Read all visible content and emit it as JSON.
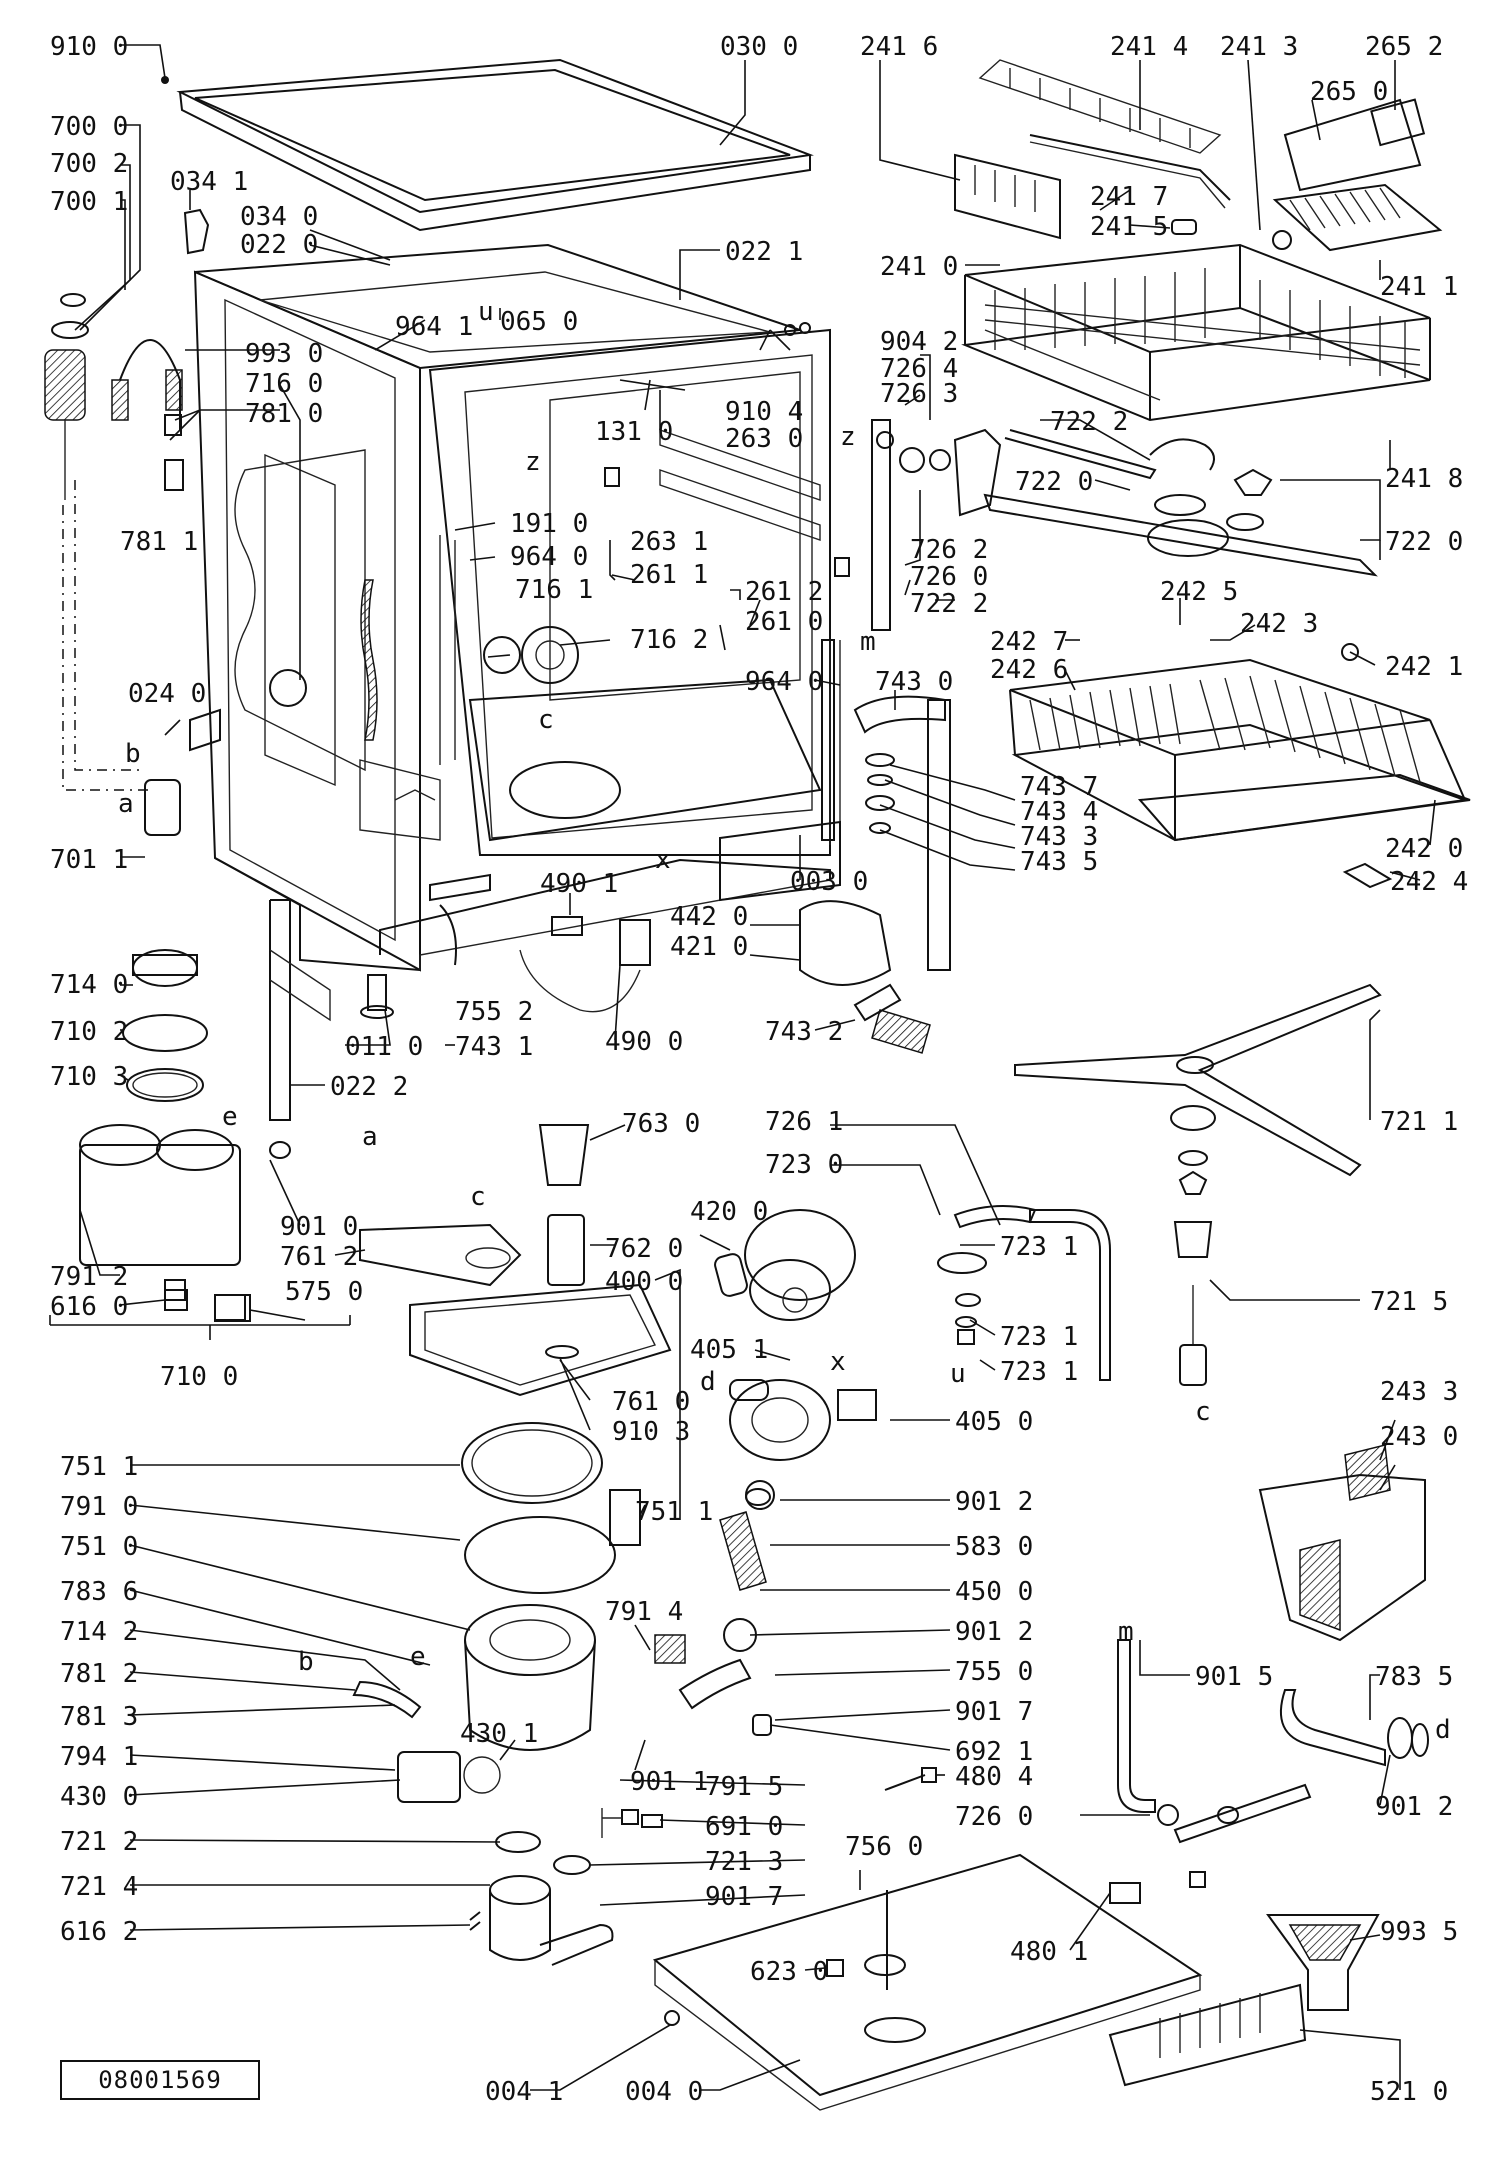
{
  "labels": {
    "p9100": "910 0",
    "p0300": "030 0",
    "p2416": "241 6",
    "p2414": "241 4",
    "p2413": "241 3",
    "p2652": "265 2",
    "p2650": "265 0",
    "p7000": "700 0",
    "p7002": "700 2",
    "p7001": "700 1",
    "p0341": "034 1",
    "p0340": "034 0",
    "p0220": "022 0",
    "p0221": "022 1",
    "p2417": "241 7",
    "p2415": "241 5",
    "p2410": "241 0",
    "p2411": "241 1",
    "p9930": "993 0",
    "p7160": "716 0",
    "p7810": "781 0",
    "p9641": "964 1",
    "p0650": "065 0",
    "p9042": "904 2",
    "p7264": "726 4",
    "p7263": "726 3",
    "p9104": "910 4",
    "p2630": "263 0",
    "p1310": "131 0",
    "p7222a": "722 2",
    "p7220a": "722 0",
    "p2418": "241 8",
    "p7220b": "722 0",
    "p7811": "781 1",
    "p1910": "191 0",
    "p9640": "964 0",
    "p2631": "263 1",
    "p2611": "261 1",
    "p2612": "261 2",
    "p2610": "261 0",
    "p7262": "726 2",
    "p7260": "726 0",
    "p7222b": "722 2",
    "p7161": "716 1",
    "p7162": "716 2",
    "p2425": "242 5",
    "p2423": "242 3",
    "p2427": "242 7",
    "p2421": "242 1",
    "p2426": "242 6",
    "p0240": "024 0",
    "p9640b": "964 0",
    "p7430": "743 0",
    "p7437": "743 7",
    "p7434": "743 4",
    "p7433": "743 3",
    "p7435": "743 5",
    "p2420": "242 0",
    "p2424": "242 4",
    "p7011": "701 1",
    "p0030": "003 0",
    "p4901": "490 1",
    "p4420": "442 0",
    "p4210": "421 0",
    "p7140": "714 0",
    "p4900": "490 0",
    "p7432": "743 2",
    "p7102": "710 2",
    "p0110": "011 0",
    "p7552": "755 2",
    "p7431": "743 1",
    "p7103": "710 3",
    "p0222": "022 2",
    "p7630": "763 0",
    "p7261": "726 1",
    "p7211": "721 1",
    "p7230": "723 0",
    "p9010": "901 0",
    "p7612": "761 2",
    "p4200": "420 0",
    "p7620": "762 0",
    "p7231a": "723 1",
    "p7912": "791 2",
    "p4000": "400 0",
    "p6160": "616 0",
    "p5750": "575 0",
    "p7215": "721 5",
    "p7231b": "723 1",
    "p7100": "710 0",
    "p4051": "405 1",
    "p7231c": "723 1",
    "p7610": "761 0",
    "p9103": "910 3",
    "p4050": "405 0",
    "p2433": "243 3",
    "p2430": "243 0",
    "p7511a": "751 1",
    "p7910": "791 0",
    "p7511b": "751 1",
    "p9012a": "901 2",
    "p7510": "751 0",
    "p5830": "583 0",
    "p7836": "783 6",
    "p4500": "450 0",
    "p7142": "714 2",
    "p7914": "791 4",
    "p9012b": "901 2",
    "p7812": "781 2",
    "p7550": "755 0",
    "p9015": "901 5",
    "p7835": "783 5",
    "p7813": "781 3",
    "p9017a": "901 7",
    "p7941": "794 1",
    "p4301": "430 1",
    "p6921": "692 1",
    "p9011": "901 1",
    "p4300": "430 0",
    "p7915": "791 5",
    "p4804": "480 4",
    "p7260b": "726 0",
    "p9012c": "901 2",
    "p6910": "691 0",
    "p7212": "721 2",
    "p7213": "721 3",
    "p7560": "756 0",
    "p7214": "721 4",
    "p9017b": "901 7",
    "p4801": "480 1",
    "p9935": "993 5",
    "p6162": "616 2",
    "p6230": "623 0",
    "p0041": "004 1",
    "p0040": "004 0",
    "p5210": "521 0"
  },
  "letters": {
    "z1": "z",
    "z2": "z",
    "u1": "u",
    "b1": "b",
    "a1": "a",
    "c1": "c",
    "x1": "x",
    "e1": "e",
    "a2": "a",
    "c2": "c",
    "x2": "x",
    "d1": "d",
    "u2": "u",
    "c3": "c",
    "m1": "m",
    "b2": "b",
    "e2": "e",
    "m2": "m",
    "d2": "d"
  },
  "drawing_code": "08001569",
  "colors": {
    "ink": "#111111",
    "paper": "#ffffff"
  }
}
